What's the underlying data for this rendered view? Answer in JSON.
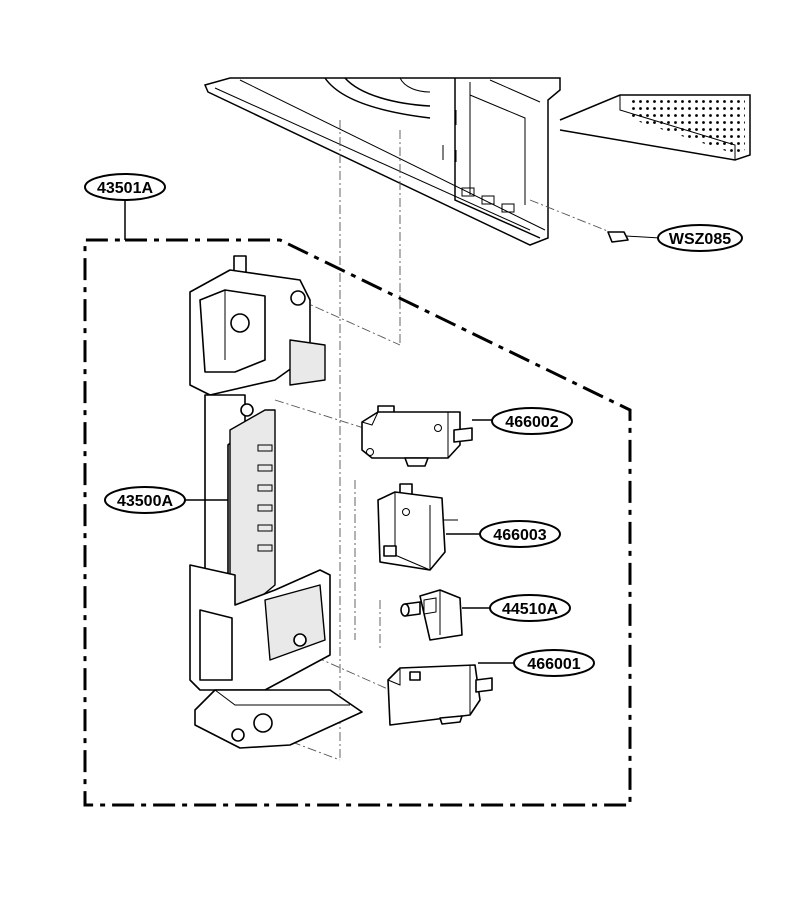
{
  "diagram": {
    "callouts": {
      "assembly": "43501A",
      "screw": "WSZ085",
      "switch_upper": "466002",
      "frame": "43500A",
      "switch_middle": "466003",
      "lever": "44510A",
      "switch_lower": "466001"
    }
  }
}
